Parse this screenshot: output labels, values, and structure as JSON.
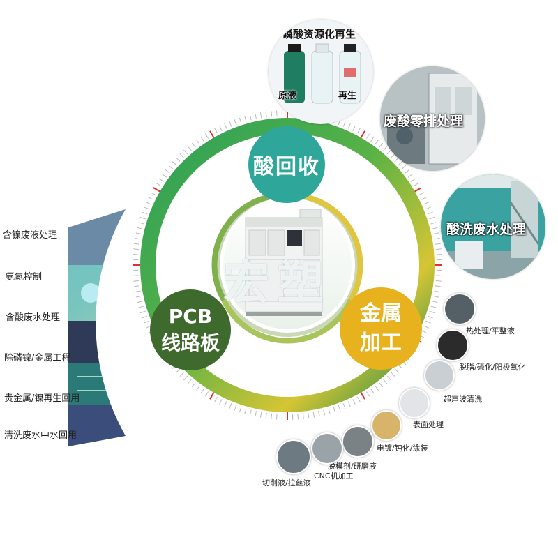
{
  "hubs": {
    "acid": "酸回收",
    "pcb_line1": "PCB",
    "pcb_line2": "线路板",
    "metal_line1": "金属",
    "metal_line2": "加工"
  },
  "watermark": "宏塑",
  "top_photos": {
    "phosphoric": {
      "title": "磷酸资源化再生",
      "raw_label": "原液",
      "regen_label": "再生"
    },
    "waste_acid_zero": "废酸零排处理",
    "pickling_wastewater": "酸洗废水处理"
  },
  "left_list": [
    "含镍废液处理",
    "氨氮控制",
    "含酸废水处理",
    "除磷镍/金属工程",
    "贵金属/镍再生回用",
    "清洗废水中水回用"
  ],
  "right_list": [
    "热处理/平整液",
    "脱脂/磷化/阳极氧化",
    "超声波清洗",
    "表面处理",
    "电镀/钝化/涂装",
    "脱模剂/研磨液",
    "CNC机加工",
    "切削液/拉丝液"
  ],
  "colors": {
    "acid": "#2ea79a",
    "pcb": "#3e6a2d",
    "metal": "#e7b21e",
    "ring_green": "#3aa24a",
    "ring_yellow": "#d9c032",
    "tick_red": "#e0302c"
  }
}
